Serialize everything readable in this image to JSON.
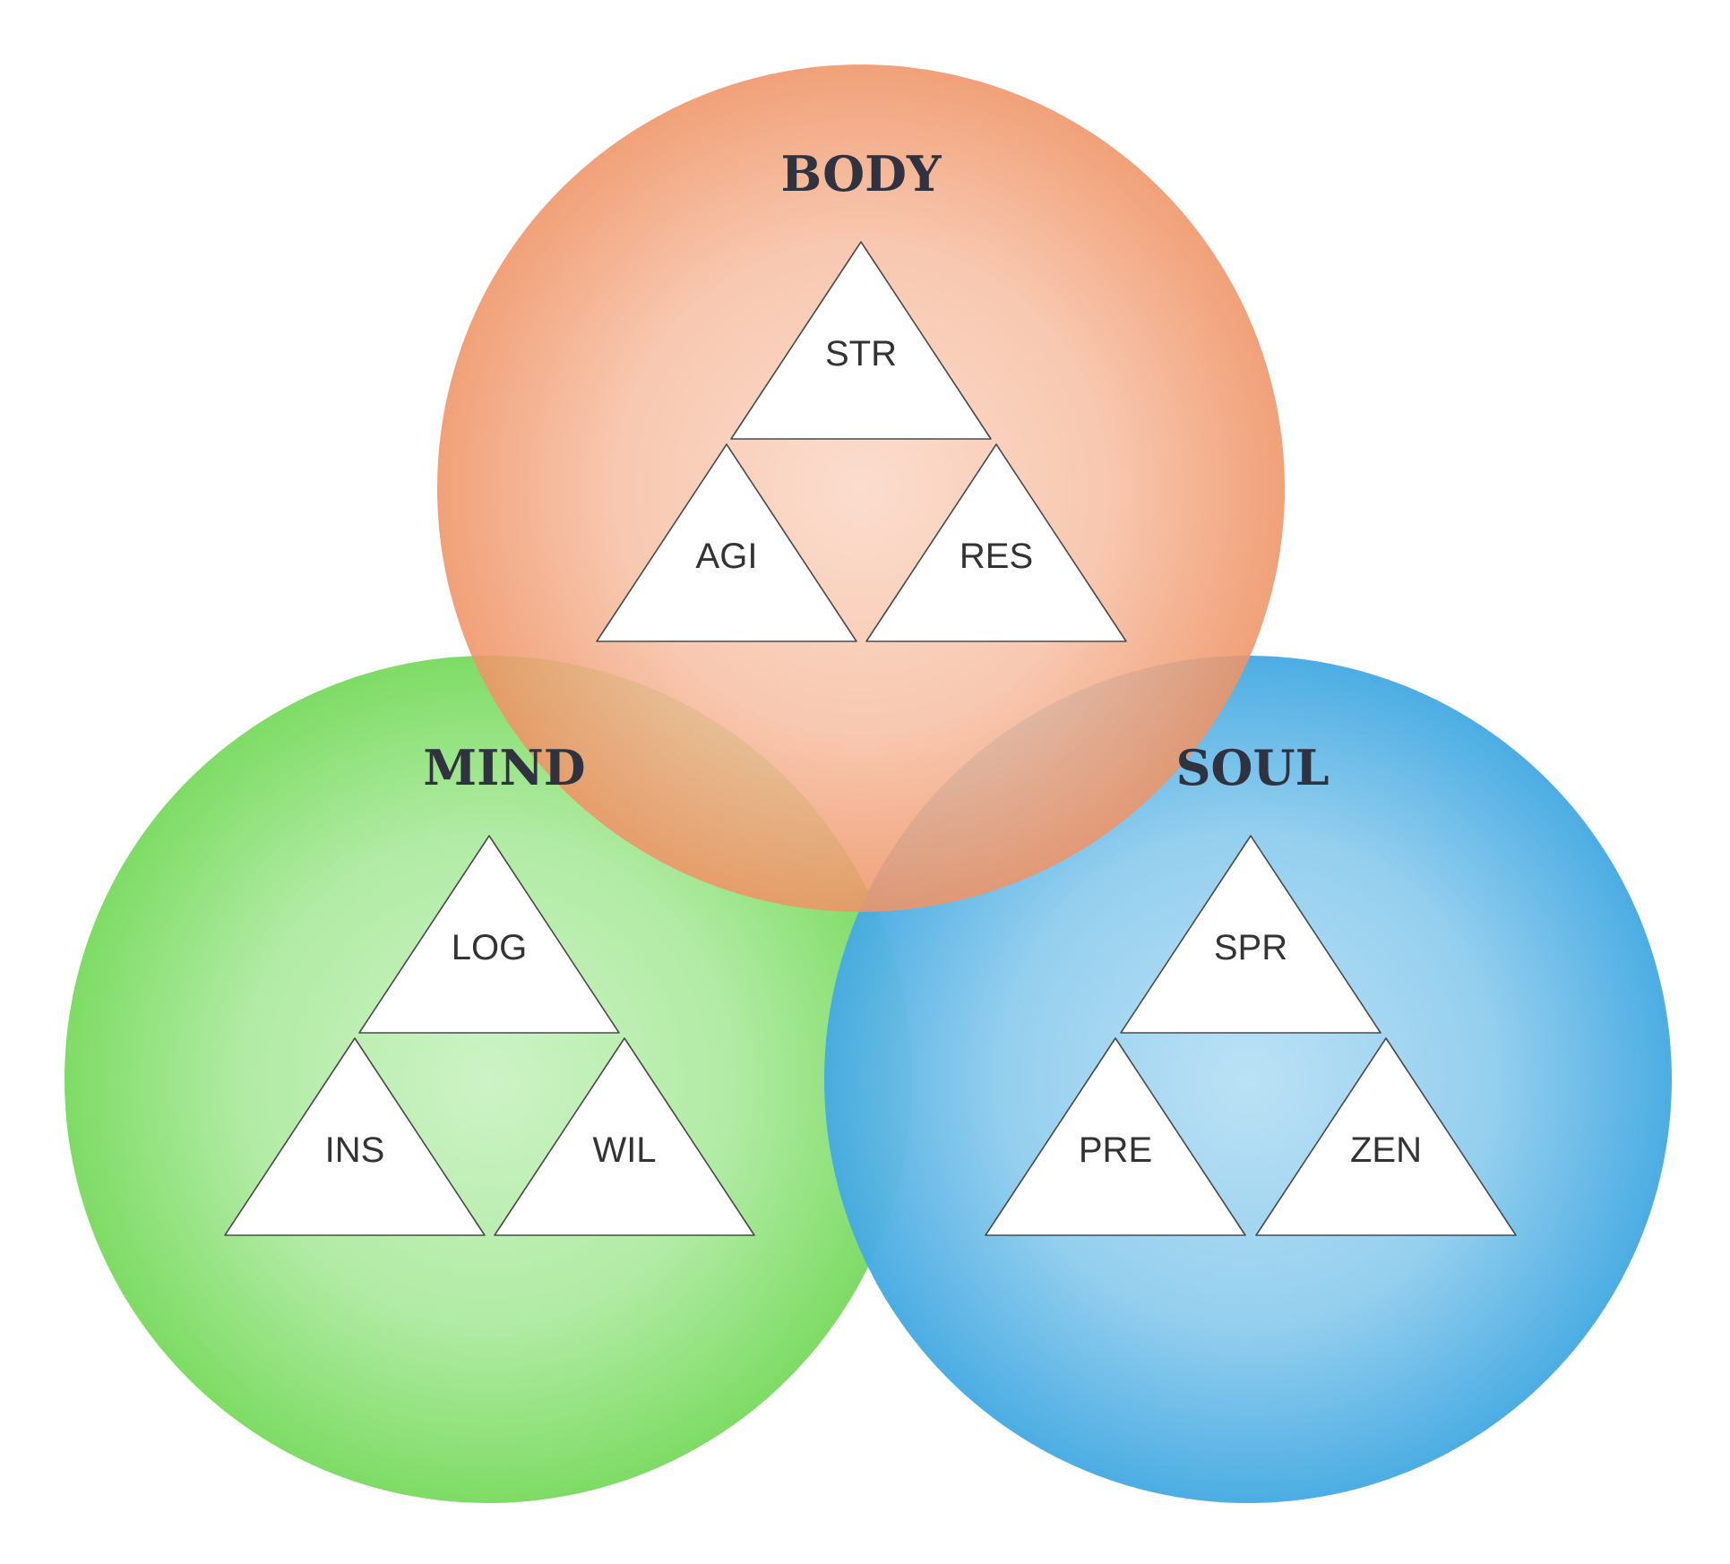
{
  "groups": [
    {
      "id": "body",
      "title": "BODY",
      "color_edge": "#ef9466",
      "color_center": "#fbd8c7",
      "stats": {
        "top": "STR",
        "left": "AGI",
        "right": "RES"
      }
    },
    {
      "id": "mind",
      "title": "MIND",
      "color_edge": "#7edc65",
      "color_center": "#cdf3c6",
      "stats": {
        "top": "LOG",
        "left": "INS",
        "right": "WIL"
      }
    },
    {
      "id": "soul",
      "title": "SOUL",
      "color_edge": "#45aae2",
      "color_center": "#b8e0f5",
      "stats": {
        "top": "SPR",
        "left": "PRE",
        "right": "ZEN"
      }
    }
  ]
}
